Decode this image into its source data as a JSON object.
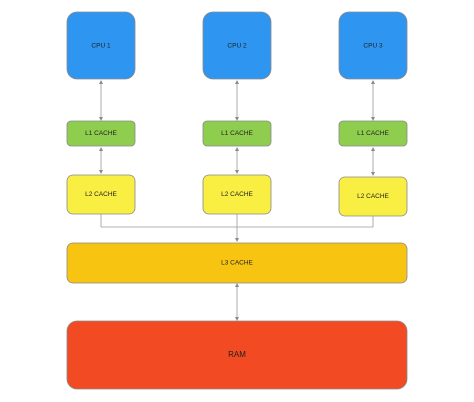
{
  "colors": {
    "cpu": "#2e96f1",
    "l1": "#8fcd4e",
    "l2": "#f9ef42",
    "l3": "#f7c511",
    "ram": "#f24b23",
    "border": "#8a8a8a",
    "edge": "#9a9a9a"
  },
  "nodes": {
    "cpu": [
      "CPU 1",
      "CPU 2",
      "CPU 3"
    ],
    "l1": [
      "L1 CACHE",
      "L1 CACHE",
      "L1 CACHE"
    ],
    "l2": [
      "L2 CACHE",
      "L2 CACHE",
      "L2 CACHE"
    ],
    "l3": "L3 CACHE",
    "ram": "RAM"
  }
}
